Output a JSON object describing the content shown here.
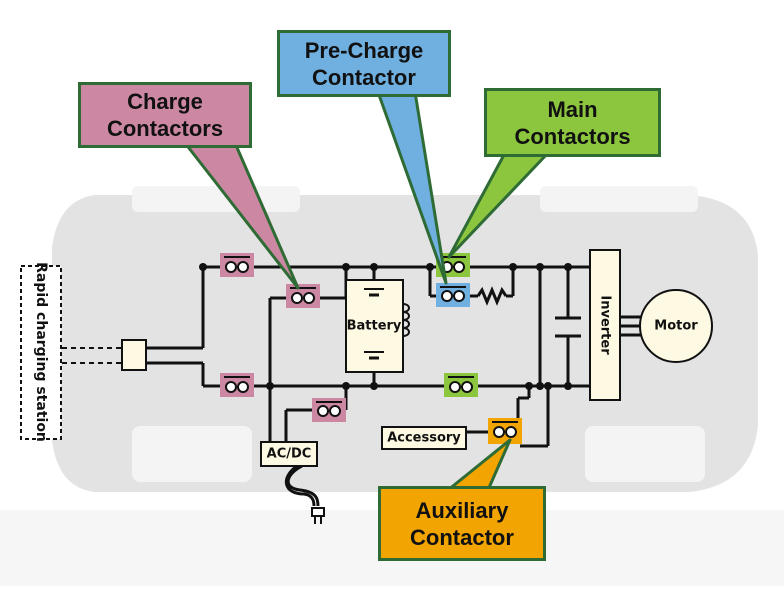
{
  "callouts": {
    "charge_contactors": "Charge\nContactors",
    "pre_charge_contactor": "Pre-Charge\nContactor",
    "main_contactors": "Main\nContactors",
    "auxiliary_contactor": "Auxiliary\nContactor"
  },
  "labels": {
    "battery": "Battery",
    "inverter": "Inverter",
    "motor": "Motor",
    "accessory": "Accessory",
    "ac_dc": "AC/DC",
    "rapid_charging_station": "Rapid charging station"
  },
  "colors": {
    "charge": "#cc88a3",
    "pre_charge": "#6fb0e0",
    "main": "#8cc63e",
    "auxiliary": "#f2a400",
    "border": "#2e6b35",
    "car_body": "#e3e3e3",
    "component_fill": "#fdf9e3"
  }
}
